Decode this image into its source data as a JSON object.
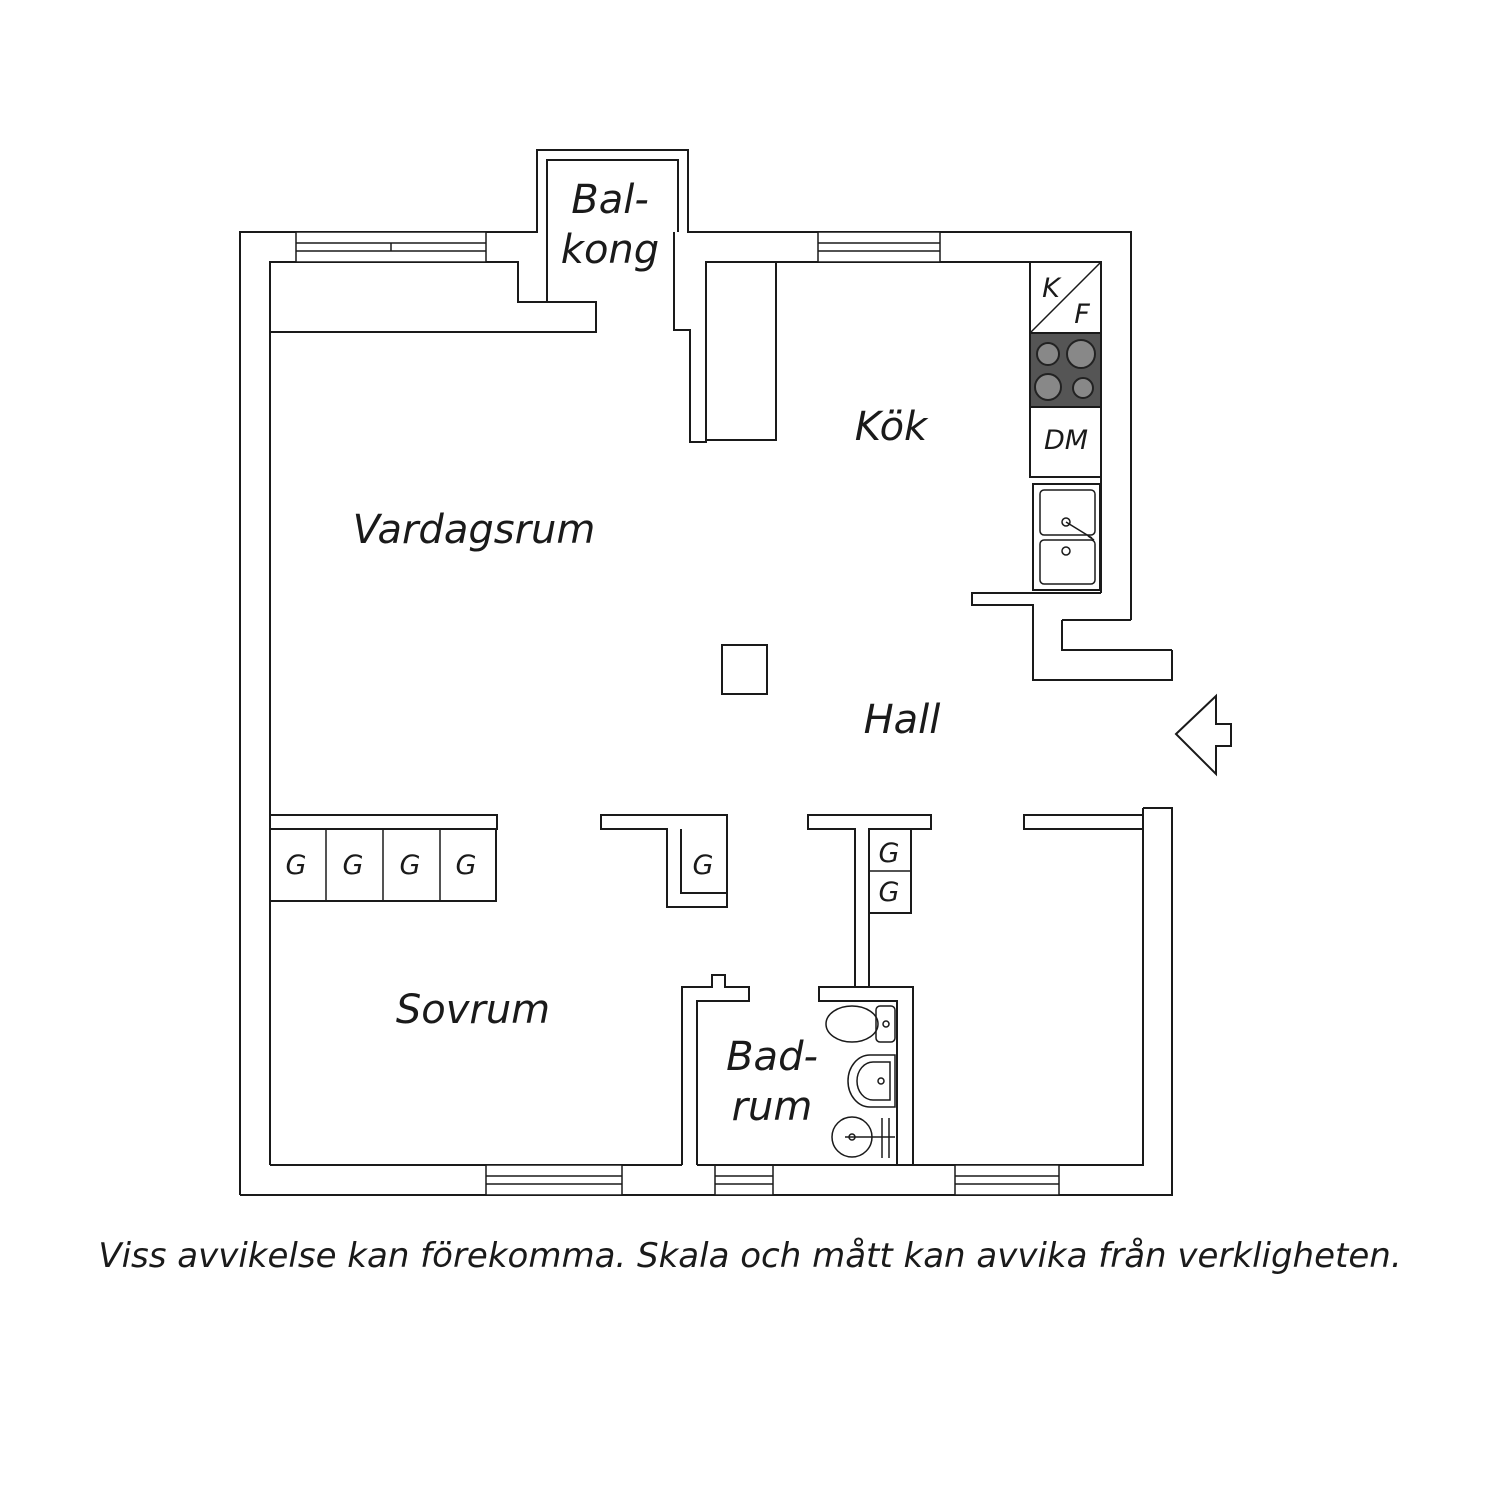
{
  "rooms": {
    "balcony_line1": "Bal-",
    "balcony_line2": "kong",
    "kitchen": "Kök",
    "living_room": "Vardagsrum",
    "hall": "Hall",
    "bedroom": "Sovrum",
    "bathroom_line1": "Bad-",
    "bathroom_line2": "rum"
  },
  "appliances": {
    "fridge_k": "K",
    "fridge_f": "F",
    "dishwasher": "DM"
  },
  "wardrobes": {
    "label": "G",
    "bedroom_row": [
      "G",
      "G",
      "G",
      "G"
    ],
    "hall_single": "G",
    "hall_pair": [
      "G",
      "G"
    ]
  },
  "disclaimer": "Viss avvikelse kan förekomma. Skala och mått kan avvika från verkligheten."
}
